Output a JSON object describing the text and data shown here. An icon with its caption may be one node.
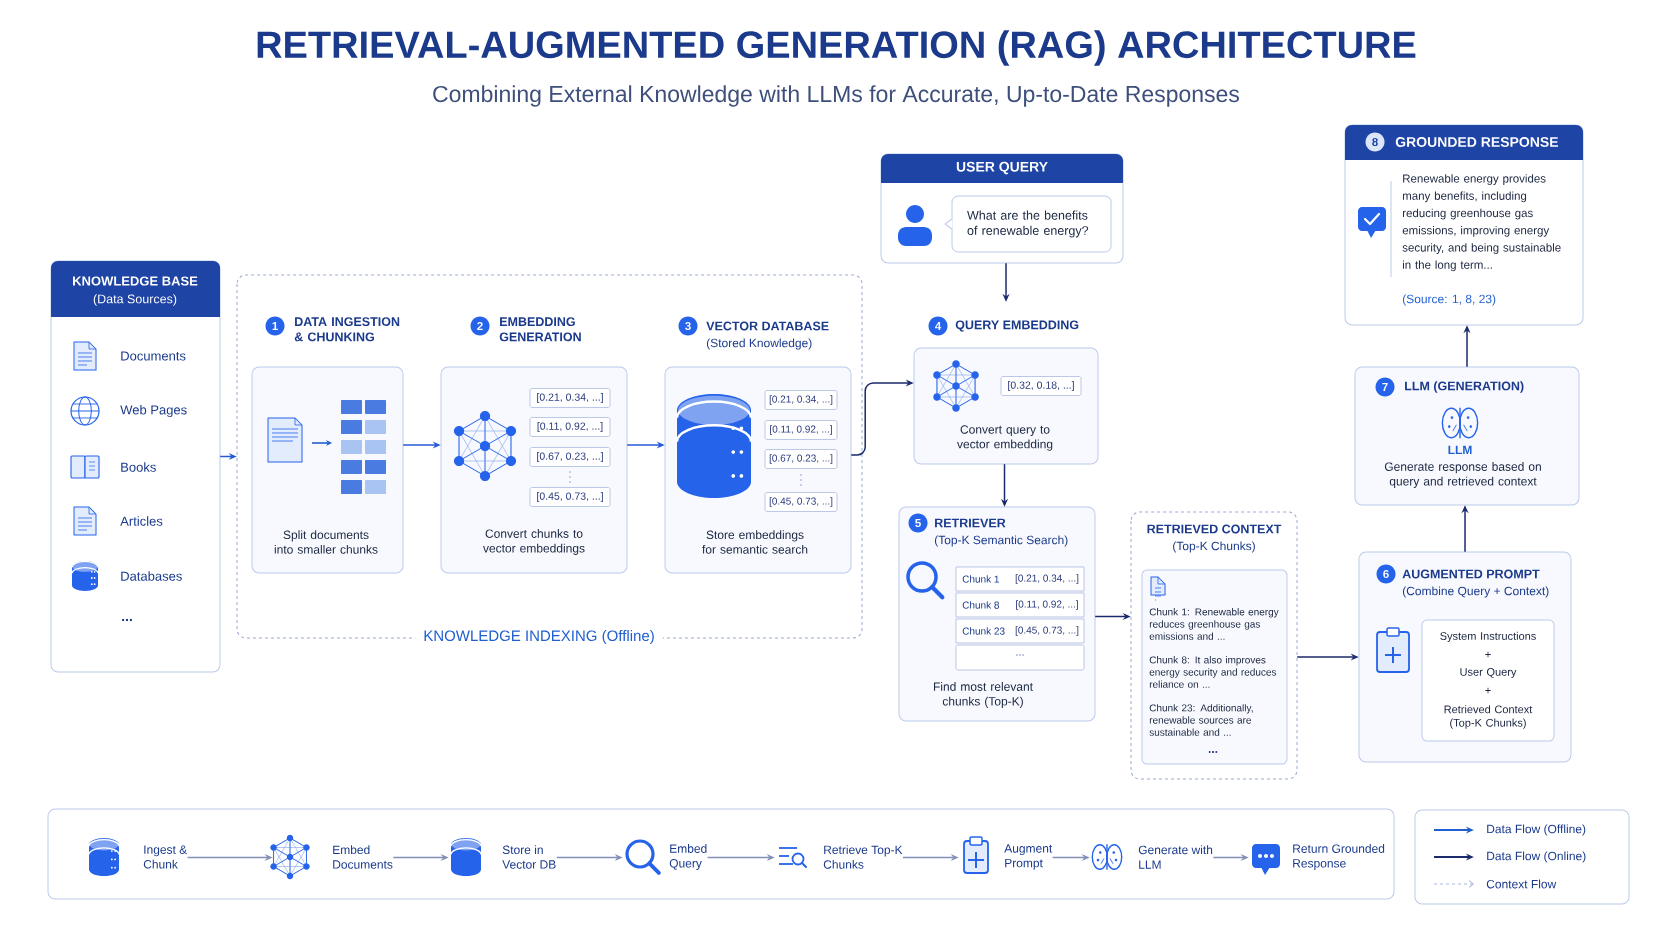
{
  "diagram": {
    "title": "RETRIEVAL-AUGMENTED GENERATION (RAG) ARCHITECTURE",
    "nodes": [
      {
        "text": [
          "KNOWLEDGE BASE",
          "(Data Sources)",
          "Documents",
          "Web Pages",
          "Books",
          "Articles",
          "Databases",
          "..."
        ]
      },
      {
        "text": [
          "KNOWLEDGE INDEXING (Offline)"
        ]
      },
      {
        "text": [
          "1",
          "DATA INGESTION & CHUNKING",
          "Split documents into smaller chunks"
        ],
        "in": 1
      },
      {
        "text": [
          "2",
          "EMBEDDING GENERATION",
          "[0.21, 0.34, ...]",
          "[0.11, 0.92, ...]",
          "[0.67, 0.23, ...]",
          "[0.45, 0.73, ...]",
          "Convert chunks to vector embeddings"
        ],
        "in": 1
      },
      {
        "text": [
          "3",
          "VECTOR DATABASE",
          "(Stored Knowledge)",
          "[0.21, 0.34, ...]",
          "[0.11, 0.92, ...]",
          "[0.67, 0.23, ...]",
          "[0.45, 0.73, ...]",
          "Store embeddings for semantic search"
        ],
        "in": 1
      },
      {
        "text": [
          "USER QUERY",
          "What are the benefits of renewable energy?"
        ]
      },
      {
        "text": [
          "4",
          "QUERY EMBEDDING",
          "[0.32, 0.18, ...]",
          "Convert query to vector embedding"
        ]
      },
      {
        "text": [
          "5",
          "RETRIEVER",
          "(Top-K Semantic Search)",
          "Chunk 1",
          "[0.21, 0.34, ...]",
          "Chunk 8",
          "[0.11, 0.92, ...]",
          "Chunk 23",
          "[0.45, 0.73, ...]",
          "...",
          "Find most relevant chunks (Top-K)"
        ]
      },
      {
        "text": [
          "RETRIEVED CONTEXT",
          "(Top-K Chunks)",
          "Chunk 1: Renewable energy reduces greenhouse gas emissions and ...",
          "Chunk 8: It also improves energy security and reduces reliance on ...",
          "Chunk 23: Additionally, renewable sources are sustainable and ...",
          "..."
        ]
      },
      {
        "text": [
          "6",
          "AUGMENTED PROMPT",
          "(Combine Query + Context)",
          "System Instructions",
          "+",
          "User Query",
          "+",
          "Retrieved Context (Top-K Chunks)"
        ]
      },
      {
        "text": [
          "7",
          "LLM (GENERATION)",
          "LLM",
          "Generate response based on query and retrieved context"
        ]
      },
      {
        "text": [
          "8",
          "GROUNDED RESPONSE",
          "Renewable energy provides many benefits, including reducing greenhouse gas emissions, improving energy security, and being sustainable in the long term...",
          "(Source: 1, 8, 23)"
        ]
      },
      {
        "text": [],
        "shape": "box"
      },
      {
        "text": [
          "Ingest & Chunk"
        ],
        "in": 12
      },
      {
        "text": [
          "Embed Documents"
        ],
        "in": 12
      },
      {
        "text": [
          "Store in Vector DB"
        ],
        "in": 12
      },
      {
        "text": [
          "Embed Query"
        ],
        "in": 12
      },
      {
        "text": [
          "Retrieve Top-K Chunks"
        ],
        "in": 12
      },
      {
        "text": [
          "Augment Prompt"
        ],
        "in": 12
      },
      {
        "text": [
          "Generate with LLM"
        ],
        "in": 12
      },
      {
        "text": [
          "Return Grounded Response"
        ],
        "in": 12
      }
    ],
    "edges": [
      {
        "from": 0,
        "to": 1,
        "arrow": "to",
        "color": "#2458d6"
      },
      {
        "from": 2,
        "to": 3,
        "arrow": "to",
        "color": "#2458d6"
      },
      {
        "from": 3,
        "to": 4,
        "arrow": "to",
        "color": "#2458d6"
      },
      {
        "from": 4,
        "to": 6,
        "arrow": "to"
      },
      {
        "from": 5,
        "to": 6,
        "arrow": "to"
      },
      {
        "from": 6,
        "to": 7,
        "arrow": "to"
      },
      {
        "from": 7,
        "to": 8,
        "arrow": "to"
      },
      {
        "from": 8,
        "to": 9,
        "arrow": "to"
      },
      {
        "from": 9,
        "to": 10,
        "arrow": "to"
      },
      {
        "from": 10,
        "to": 11,
        "arrow": "to"
      },
      {
        "from": 13,
        "to": 14,
        "arrow": "to",
        "color": "#8391b8"
      },
      {
        "from": 14,
        "to": 15,
        "arrow": "to",
        "color": "#8391b8"
      },
      {
        "from": 15,
        "to": 16,
        "arrow": "to",
        "color": "#8391b8"
      },
      {
        "from": 16,
        "to": 17,
        "arrow": "to",
        "color": "#8391b8"
      },
      {
        "from": 17,
        "to": 18,
        "arrow": "to",
        "color": "#8391b8"
      },
      {
        "from": 18,
        "to": 19,
        "arrow": "to",
        "color": "#8391b8"
      },
      {
        "from": 19,
        "to": 20,
        "arrow": "to",
        "color": "#8391b8"
      }
    ],
    "labels": [
      "Combining External Knowledge with LLMs for Accurate, Up-to-Date Responses"
    ],
    "legend": [
      {
        "text": "Data Flow (Offline)"
      },
      {
        "text": "Data Flow (Online)"
      },
      {
        "text": "Context Flow"
      }
    ]
  }
}
